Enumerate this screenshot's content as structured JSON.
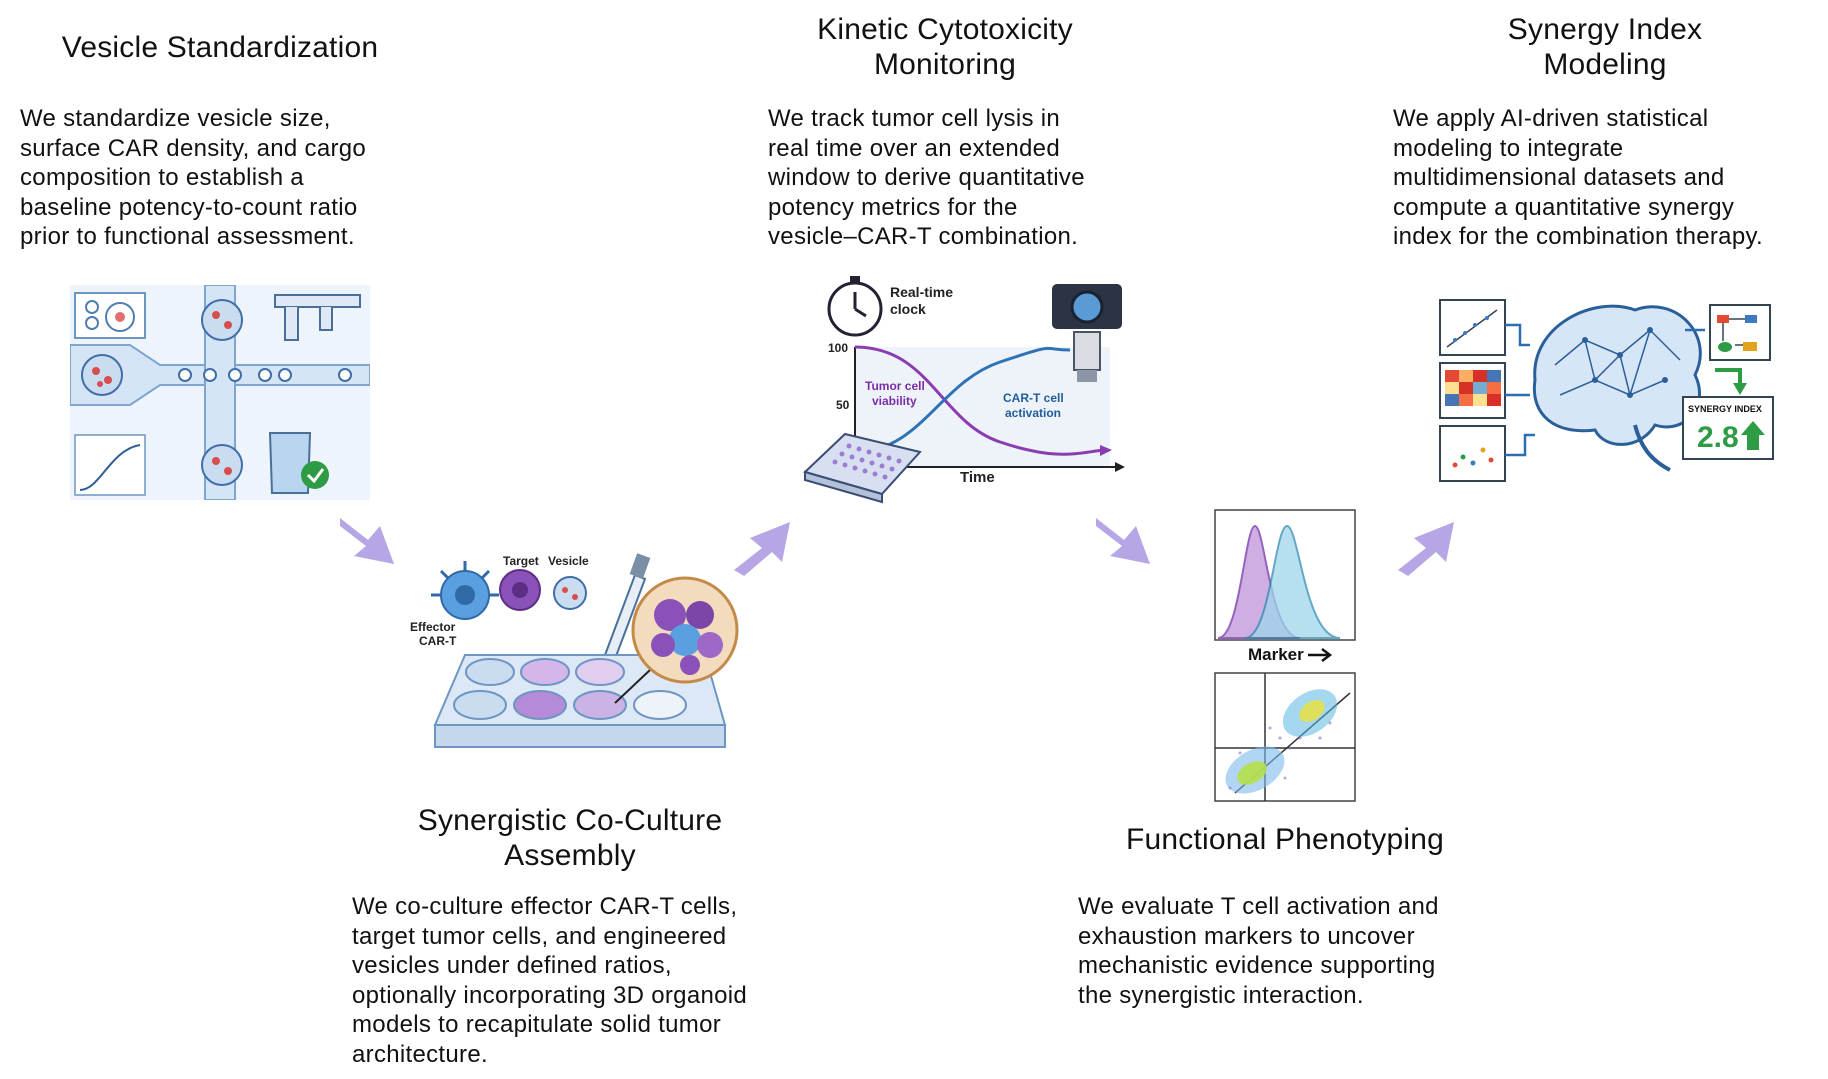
{
  "steps": [
    {
      "title": "Vesicle Standardization",
      "description": "We standardize vesicle size,\nsurface CAR density, and cargo\ncomposition to establish a\nbaseline potency-to-count ratio\nprior to functional assessment."
    },
    {
      "title": "Synergistic Co-Culture\nAssembly",
      "description": "We co-culture effector CAR-T cells,\ntarget tumor cells, and engineered\nvesicles under defined ratios,\noptionally incorporating 3D organoid\nmodels to recapitulate solid tumor\narchitecture.",
      "labels": {
        "effector": "Effector\nCAR-T",
        "target": "Target",
        "vesicle": "Vesicle"
      }
    },
    {
      "title": "Kinetic Cytotoxicity\nMonitoring",
      "description": "We track tumor cell lysis in\nreal time over an extended\nwindow to derive quantitative\npotency metrics for the\nvesicle–CAR-T combination.",
      "labels": {
        "clock": "Real-time\nclock",
        "y100": "100",
        "y50": "50",
        "viability": "Tumor cell\nviability",
        "activation": "CAR-T cell\nactivation",
        "time": "Time"
      }
    },
    {
      "title": "Functional Phenotyping",
      "description": "We evaluate T cell activation and\nexhaustion markers to uncover\nmechanistic evidence supporting\nthe synergistic interaction.",
      "labels": {
        "marker": "Marker"
      }
    },
    {
      "title": "Synergy Index\nModeling",
      "description": "We apply AI-driven statistical\nmodeling to integrate\nmultidimensional datasets and\ncompute a quantitative synergy\nindex for the combination therapy.",
      "labels": {
        "synergy": "SYNERGY INDEX",
        "value": "2.8"
      }
    }
  ],
  "colors": {
    "arrow": "#a996e0",
    "blue": "#3f7fc4",
    "purple": "#8a52b8",
    "green": "#2e9b45"
  }
}
